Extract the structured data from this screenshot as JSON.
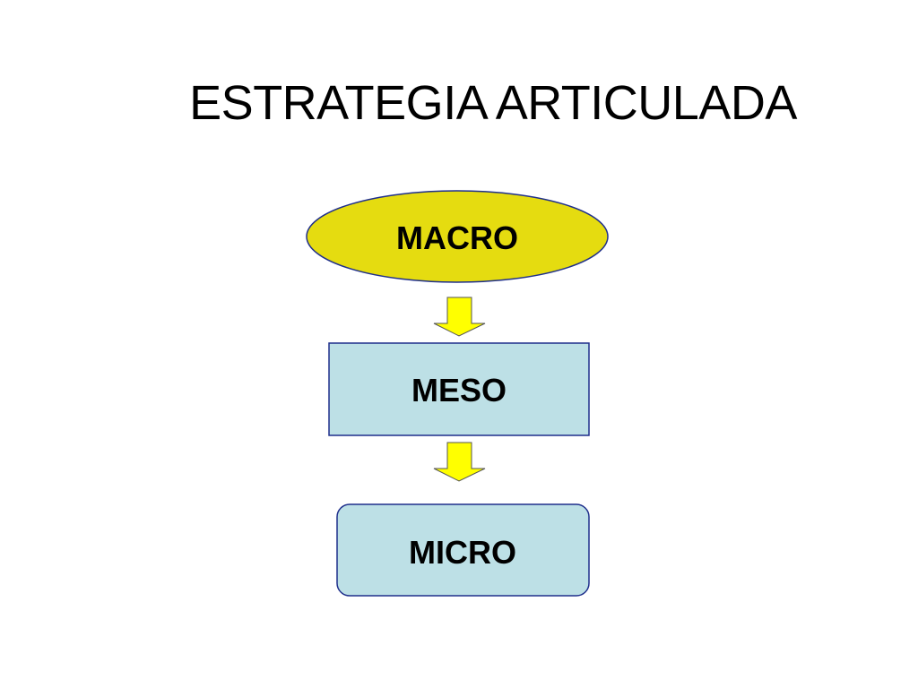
{
  "slide": {
    "title": "ESTRATEGIA ARTICULADA"
  },
  "diagram": {
    "nodes": [
      {
        "id": "macro",
        "label": "MACRO",
        "shape": "ellipse",
        "fill": "#e5dc10"
      },
      {
        "id": "meso",
        "label": "MESO",
        "shape": "rectangle",
        "fill": "#bde0e6"
      },
      {
        "id": "micro",
        "label": "MICRO",
        "shape": "rounded-rectangle",
        "fill": "#bde0e6"
      }
    ],
    "connectors": [
      {
        "from": "macro",
        "to": "meso",
        "style": "block-arrow-down",
        "fill": "#ffff00"
      },
      {
        "from": "meso",
        "to": "micro",
        "style": "block-arrow-down",
        "fill": "#ffff00"
      }
    ],
    "colors": {
      "outline": "#1f2f8c",
      "arrow_outline": "#555555"
    }
  }
}
